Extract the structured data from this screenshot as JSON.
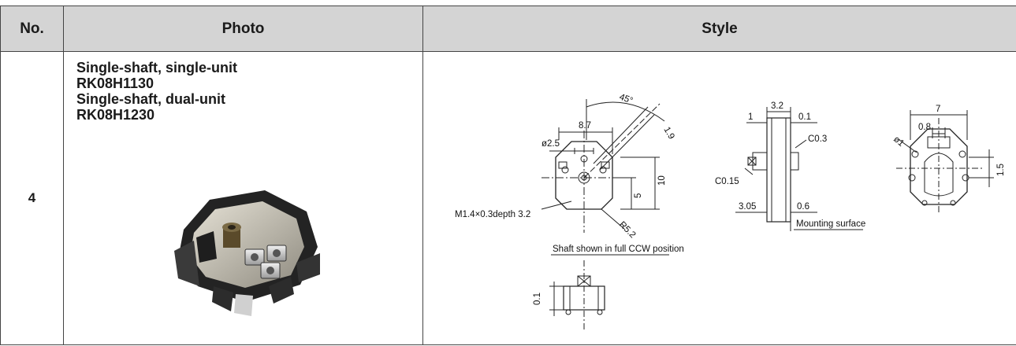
{
  "table": {
    "headers": {
      "no": "No.",
      "photo": "Photo",
      "style": "Style"
    },
    "row": {
      "no": "4",
      "lines": [
        "Single-shaft, single-unit",
        "RK08H1130",
        "Single-shaft, dual-unit",
        "RK08H1230"
      ]
    }
  },
  "drawing": {
    "front": {
      "angle": "45°",
      "width": "8.7",
      "shaft_dia": "ø2.5",
      "flat": "1.9",
      "height": "10",
      "center": "5",
      "thread": "M1.4×0.3depth 3.2",
      "radius": "R5.2",
      "note": "Shaft shown in full CCW position"
    },
    "side": {
      "width": "3.2",
      "left": "1",
      "right": "0.1",
      "chamfer_top": "C0.3",
      "chamfer_bottom": "C0.15",
      "base": "3.05",
      "offset": "0.6",
      "mounting": "Mounting surface"
    },
    "rear": {
      "width": "7",
      "pitch": "0.8",
      "pin_dia": "ø1",
      "pin_offset": "1.5"
    },
    "bottom": {
      "gap": "0.1"
    }
  }
}
